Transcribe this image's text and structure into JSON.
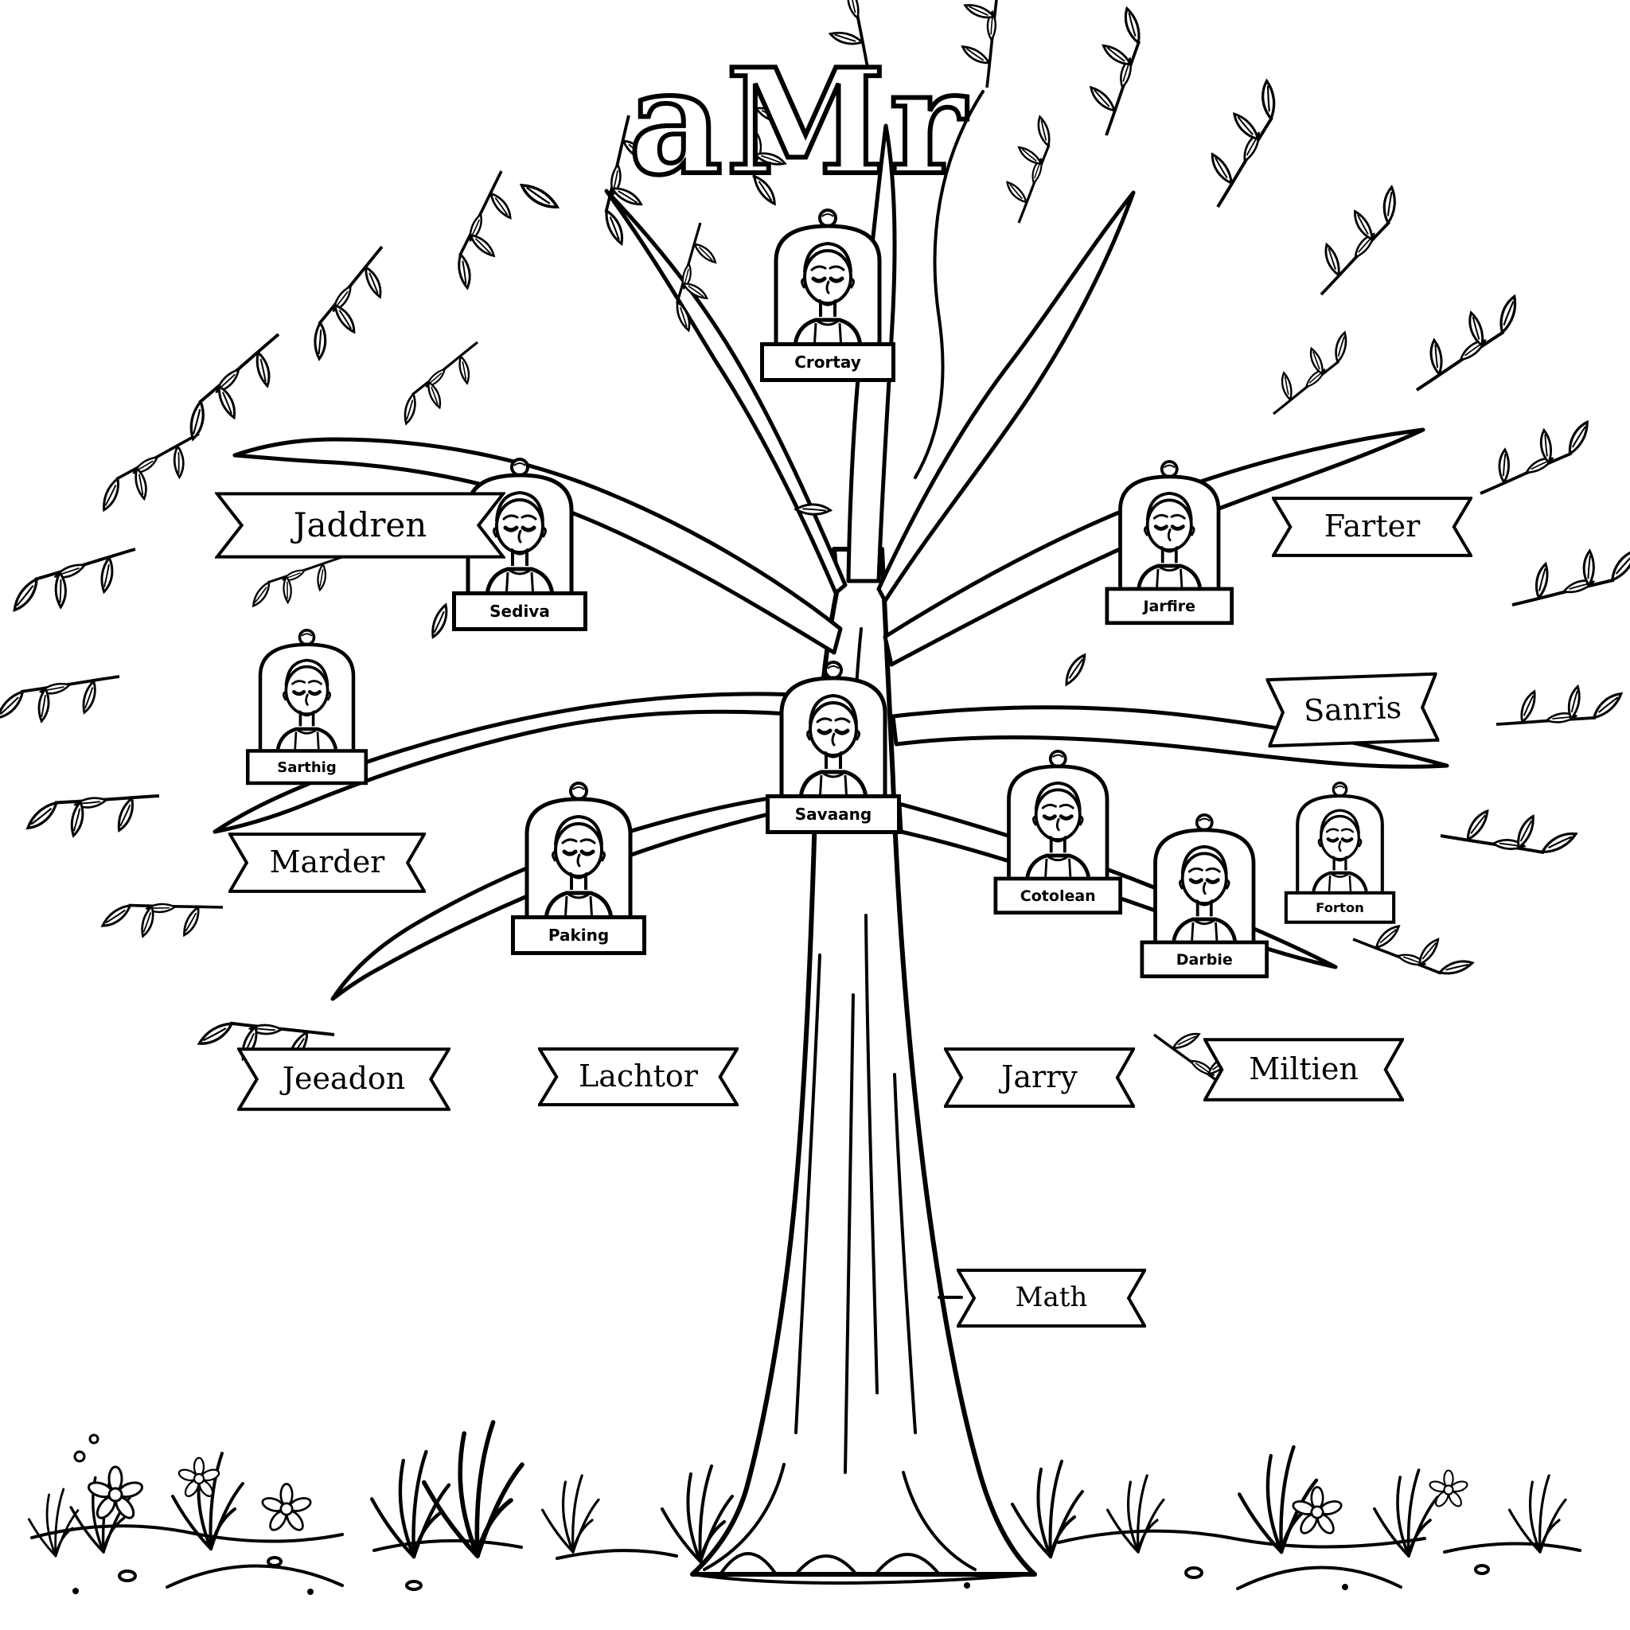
{
  "title": {
    "text": "aMr"
  },
  "portraits": [
    {
      "name": "Crortay"
    },
    {
      "name": "Sediva"
    },
    {
      "name": "Sarthig"
    },
    {
      "name": "Paking"
    },
    {
      "name": "Savaang"
    },
    {
      "name": "Jarfire"
    },
    {
      "name": "Cotolean"
    },
    {
      "name": "Darbie"
    },
    {
      "name": "Forton"
    }
  ],
  "banners": [
    {
      "label": "Jaddren"
    },
    {
      "label": "Marder"
    },
    {
      "label": "Jeeadon"
    },
    {
      "label": "Lachtor"
    },
    {
      "label": "Farter"
    },
    {
      "label": "Sanris"
    },
    {
      "label": "Jarry"
    },
    {
      "label": "Miltien"
    },
    {
      "label": "Math"
    }
  ],
  "colors": {
    "ink": "#000000",
    "paper": "#ffffff"
  }
}
